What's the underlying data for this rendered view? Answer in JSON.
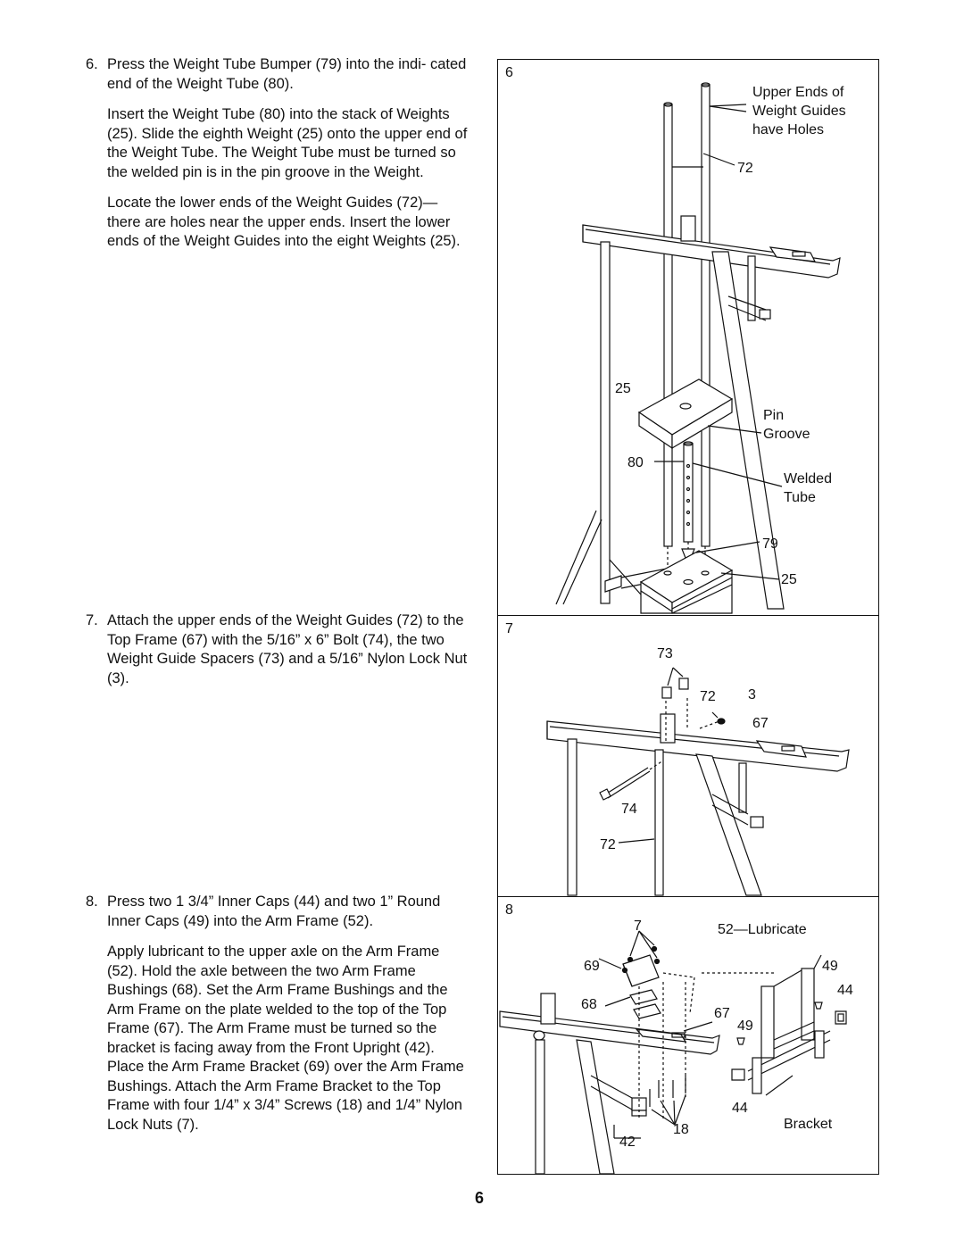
{
  "steps": [
    {
      "number": "6.",
      "paragraphs": [
        "Press the Weight Tube Bumper (79) into the indi- cated end of the Weight Tube (80).",
        "Insert the Weight Tube (80) into the stack of Weights (25). Slide the eighth Weight (25) onto the upper end of the Weight Tube. The Weight Tube must be turned so the welded pin is in the pin groove in the Weight.",
        "Locate the lower ends of the Weight Guides (72)—there are holes near the upper ends. Insert the lower ends of the Weight Guides into the eight Weights (25)."
      ]
    },
    {
      "number": "7.",
      "paragraphs": [
        "Attach the upper ends of the Weight Guides (72) to the Top Frame (67) with the 5/16” x 6” Bolt (74), the two Weight Guide Spacers (73) and a 5/16” Nylon Lock Nut (3)."
      ]
    },
    {
      "number": "8.",
      "paragraphs": [
        "Press two 1 3/4” Inner Caps (44) and two 1” Round Inner Caps (49) into the Arm Frame (52).",
        "Apply lubricant to the upper axle on the Arm Frame (52). Hold the axle between the two Arm Frame Bushings (68). Set the Arm Frame Bushings and the Arm Frame on the plate welded to the top of the Top Frame (67). The Arm Frame must be turned so the bracket is facing away from the Front Upright (42). Place the Arm Frame Bracket (69) over the Arm Frame Bushings. Attach the Arm Frame Bracket to the Top Frame with four 1/4” x 3/4” Screws (18) and 1/4” Nylon Lock Nuts (7)."
      ]
    }
  ],
  "panels": {
    "p6": {
      "number": "6",
      "labels": {
        "upper_ends_1": "Upper Ends of",
        "upper_ends_2": "Weight Guides",
        "upper_ends_3": "have Holes",
        "n72": "72",
        "n25_top": "25",
        "pin": "Pin",
        "groove": "Groove",
        "n80": "80",
        "welded": "Welded",
        "tube": "Tube",
        "n79": "79",
        "n25_bottom": "25"
      }
    },
    "p7": {
      "number": "7",
      "labels": {
        "n73": "73",
        "n72_top": "72",
        "n3": "3",
        "n67": "67",
        "n74": "74",
        "n72_bottom": "72"
      }
    },
    "p8": {
      "number": "8",
      "labels": {
        "n7": "7",
        "lubricate": "52—Lubricate",
        "n69": "69",
        "n49_right": "49",
        "n44_right": "44",
        "n68": "68",
        "n67": "67",
        "n49_mid": "49",
        "n44_bottom": "44",
        "bracket": "Bracket",
        "n18": "18",
        "n42": "42"
      }
    }
  },
  "page_number": "6"
}
